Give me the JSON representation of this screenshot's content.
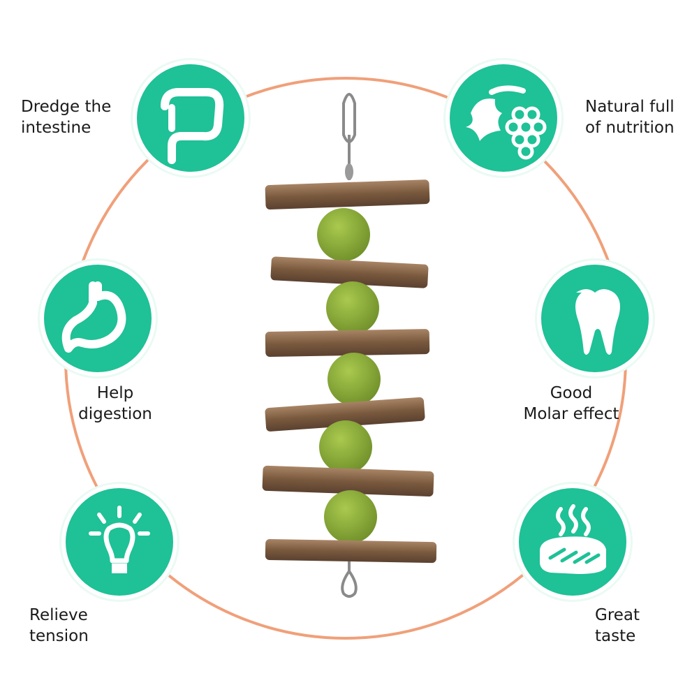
{
  "features": {
    "intestine": {
      "line1": "Dredge the",
      "line2": "intestine",
      "icon": "intestine-icon"
    },
    "nutrition": {
      "line1": "Natural full",
      "line2": "of nutrition",
      "icon": "grape-leaf-icon"
    },
    "digestion": {
      "line1": "Help",
      "line2": "digestion",
      "icon": "stomach-icon"
    },
    "molar": {
      "line1": "Good",
      "line2": "Molar effect",
      "icon": "tooth-icon"
    },
    "tension": {
      "line1": "Relieve",
      "line2": "tension",
      "icon": "lightbulb-icon"
    },
    "taste": {
      "line1": "Great",
      "line2": "taste",
      "icon": "steak-icon"
    }
  },
  "colors": {
    "accent": "#1fc197",
    "ring": "#f0a07a",
    "wood": "#7a5a3e",
    "ball": "#8fb33a"
  }
}
